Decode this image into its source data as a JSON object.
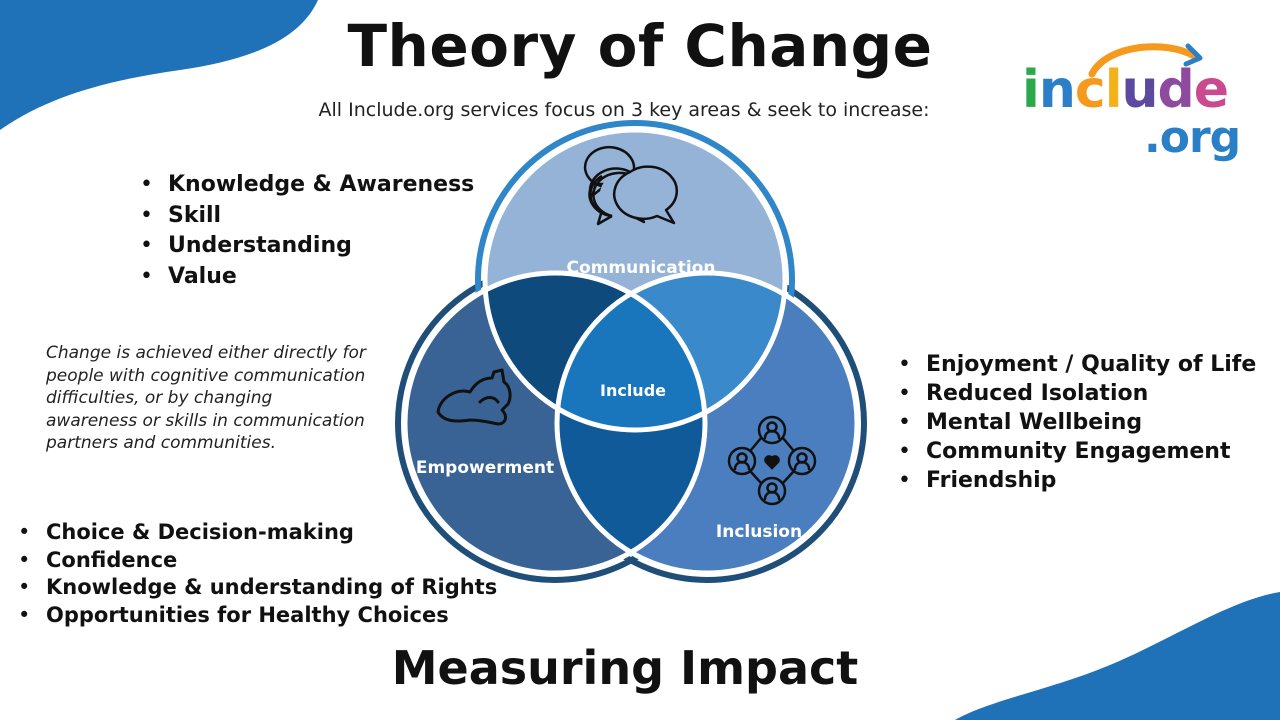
{
  "header": {
    "title": "Theory of Change",
    "subtitle": "All Include.org services focus on 3 key areas & seek to increase:"
  },
  "footer": {
    "title": "Measuring Impact"
  },
  "logo": {
    "letters": [
      "i",
      "n",
      "c",
      "l",
      "u",
      "d",
      "e"
    ],
    "letter_colors": [
      "#2aa84a",
      "#2b7fc6",
      "#f59a1c",
      "#f2b21c",
      "#5c4a9e",
      "#8e4a9e",
      "#c94a8e"
    ],
    "org": ".org"
  },
  "venn": {
    "communication": "Communication",
    "empowerment": "Empowerment",
    "inclusion": "Inclusion",
    "center": "Include",
    "colors": {
      "communication": "#95b3d7",
      "empowerment": "#3a6395",
      "inclusion": "#4b7ebf",
      "overlap_comm_emp": "#0e4a7b",
      "overlap_comm_inc": "#3a8acb",
      "overlap_emp_inc": "#115a99",
      "center": "#1976bd",
      "ring_communication": "#2f86c8",
      "ring_other": "#1f4e79"
    }
  },
  "lists": {
    "top": [
      "Knowledge & Awareness",
      "Skill",
      "Understanding",
      "Value"
    ],
    "right": [
      "Enjoyment / Quality of Life",
      "Reduced Isolation",
      "Mental Wellbeing",
      "Community Engagement",
      "Friendship"
    ],
    "bottom": [
      "Choice & Decision-making",
      "Confidence",
      "Knowledge & understanding of Rights",
      "Opportunities for Healthy Choices"
    ]
  },
  "note": "Change is achieved either directly for people with cognitive communication difficulties, or by changing awareness or skills in communication partners and communities.",
  "icons": [
    "speech-bubbles-icon",
    "flexed-arm-icon",
    "people-network-icon"
  ],
  "accent_color": "#1f71b8"
}
